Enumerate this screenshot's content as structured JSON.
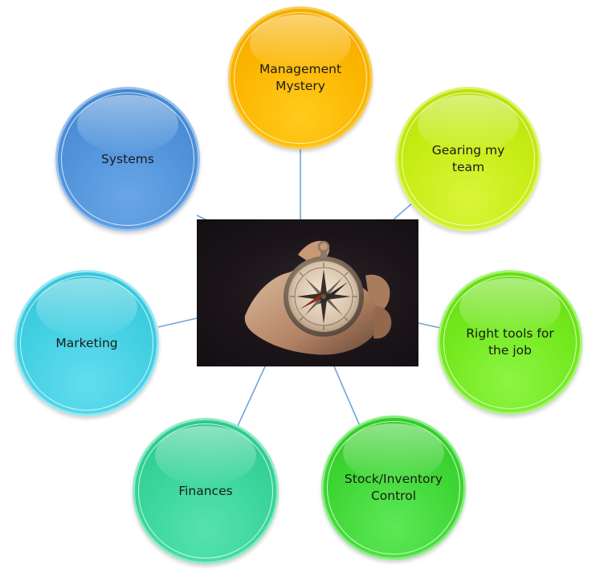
{
  "diagram": {
    "center": {
      "icon": "compass-in-hand-photo"
    },
    "nodes": [
      {
        "id": "management",
        "label": "Management Mystery",
        "color": "#fbb500"
      },
      {
        "id": "gearing",
        "label": "Gearing my team",
        "color": "#c6ec12"
      },
      {
        "id": "tools",
        "label": "Right tools for the job",
        "color": "#73e81c"
      },
      {
        "id": "stock",
        "label": "Stock/Inventory Control",
        "color": "#3ed634"
      },
      {
        "id": "finances",
        "label": "Finances",
        "color": "#38d49a"
      },
      {
        "id": "marketing",
        "label": "Marketing",
        "color": "#41cfe2"
      },
      {
        "id": "systems",
        "label": "Systems",
        "color": "#4f92da"
      }
    ],
    "connector_color": "#6fa5d9"
  }
}
